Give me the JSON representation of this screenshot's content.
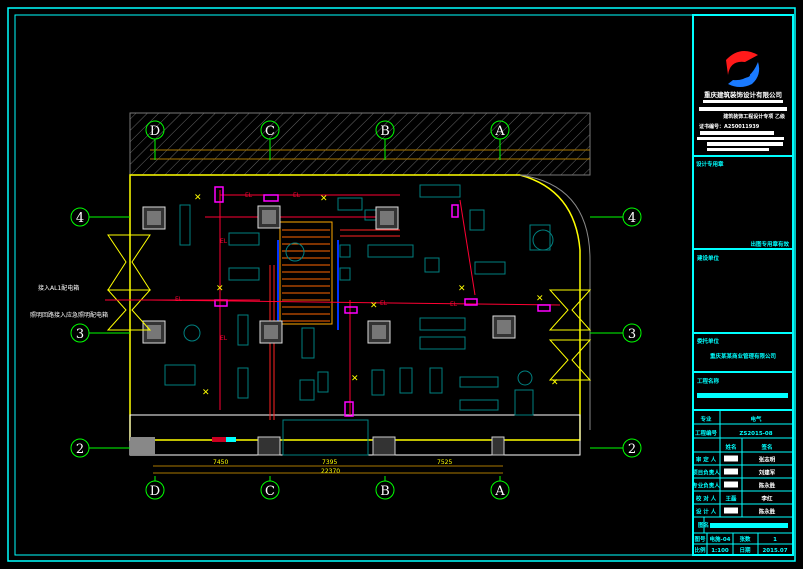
{
  "colors": {
    "frame": "#00ffff",
    "grid": "#00ff00",
    "wire": "#ff0033",
    "equipment": "#008080",
    "dimension": "#aa7700",
    "wall": "#ffff00",
    "panel": "#ff00ff"
  },
  "grid_axes": {
    "columns": [
      "D",
      "C",
      "B",
      "A"
    ],
    "rows": [
      "4",
      "3",
      "2"
    ]
  },
  "dimensions": {
    "spans": [
      "7450",
      "7395",
      "7525"
    ],
    "total": "22370"
  },
  "circuit_label": "EL",
  "plan_notes": [
    "接入AL1配电箱",
    "照明回路接入应急照明配电箱"
  ],
  "title_block": {
    "company": "重庆建筑装饰设计有限公司",
    "cert": "建筑装饰工程设计专项 乙级",
    "cert_no": "证书编号：A250011939",
    "seal_label": "设计专用章",
    "seal_note": "出图专用章有效",
    "client_label": "建设单位",
    "entrust_label": "委托单位",
    "entrust_value": "重庆某某商业管理有限公司",
    "project_label": "工程名称",
    "discipline_label": "专业",
    "discipline_value": "电气",
    "project_no_label": "工程编号",
    "project_no_value": "ZS2015-08",
    "name_header": "姓名",
    "sign_header": "签名",
    "roles": [
      {
        "role": "审 定 人",
        "name": "",
        "sign": "张志明"
      },
      {
        "role": "项目负责人",
        "name": "",
        "sign": "刘建军"
      },
      {
        "role": "专业负责人",
        "name": "",
        "sign": "陈永胜"
      },
      {
        "role": "校 对 人",
        "name": "王磊",
        "sign": "李红"
      },
      {
        "role": "设 计 人",
        "name": "",
        "sign": "陈永胜"
      }
    ],
    "drawing_name_label": "图名",
    "drawing_no_label": "图号",
    "drawing_no_value": "电施-04",
    "sheets_label": "张数",
    "sheets_value": "1",
    "scale_label": "比例",
    "scale_value": "1:100",
    "date_label": "日期",
    "date_value": "2015.07"
  }
}
